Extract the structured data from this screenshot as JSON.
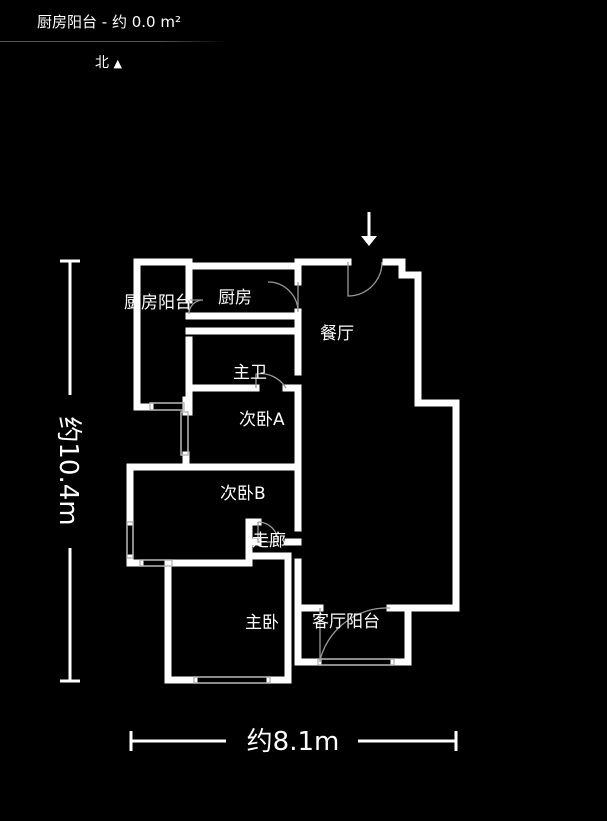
{
  "header": {
    "title": "厨房阳台 - 约 0.0 m²",
    "north_label": "北",
    "north_icon": "up-triangle-icon"
  },
  "floorplan": {
    "rooms": {
      "kitchen_balcony": "厨房阳台",
      "kitchen": "厨房",
      "dining": "餐厅",
      "master_bath": "主卫",
      "second_bedroom_a": "次卧A",
      "second_bedroom_b": "次卧B",
      "corridor": "走廊",
      "master_bedroom": "主卧",
      "living_balcony": "客厅阳台"
    },
    "dimensions": {
      "height": "约10.4m",
      "width": "约8.1m"
    },
    "colors": {
      "background": "#000000",
      "wall": "#ffffff",
      "window": "#bbbbbb"
    }
  }
}
